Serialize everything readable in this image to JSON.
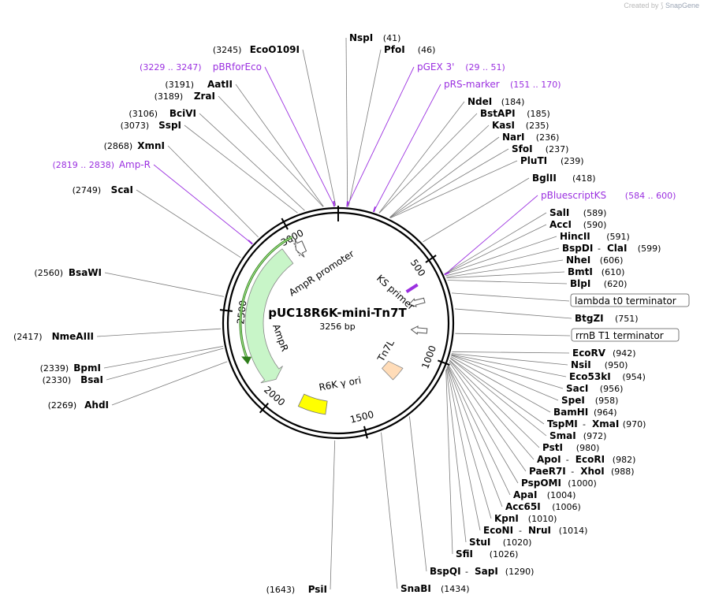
{
  "header": {
    "created_by": "Created by",
    "brand": "SnapGene"
  },
  "plasmid": {
    "name": "pUC18R6K-mini-Tn7T",
    "size_label": "3256 bp",
    "length": 3256,
    "tick_labels": [
      "500",
      "1000",
      "1500",
      "2000",
      "2500",
      "3000"
    ]
  },
  "features": [
    {
      "name": "AmpR promoter",
      "start": 2922,
      "end": 3026,
      "color": "#ffffff",
      "arrow": "direction"
    },
    {
      "name": "AmpR",
      "start": 2061,
      "end": 2921,
      "color": "#c8f5c8"
    },
    {
      "name": "R6K γ ori",
      "start": 1700,
      "end": 1860,
      "color": "#ffff00"
    },
    {
      "name": "Tn7L",
      "start": 1130,
      "end": 1230,
      "color": "#ffdcb8"
    },
    {
      "name": "KS primer",
      "start": 570,
      "end": 610,
      "color": "#ffffff"
    }
  ],
  "primers_on_map": [
    {
      "name": "pGEX 3'",
      "site": 40
    },
    {
      "name": "pRS-marker",
      "site": 160
    },
    {
      "name": "pBluescriptKS",
      "site": 592
    },
    {
      "name": "Amp-R",
      "site": 2828
    },
    {
      "name": "pBRforEco",
      "site": 3238
    }
  ],
  "right_labels": [
    {
      "name": "NspI",
      "pos": "(41)",
      "site": 41
    },
    {
      "name": "PfoI",
      "pos": "(46)",
      "site": 46
    },
    {
      "primer": "pGEX 3'",
      "range": "(29 .. 51)",
      "site": 40
    },
    {
      "primer": "pRS-marker",
      "range": "(151 .. 170)",
      "site": 160
    },
    {
      "name": "NdeI",
      "pos": "(184)",
      "site": 184
    },
    {
      "name": "BstAPI",
      "pos": "(185)",
      "site": 185
    },
    {
      "name": "KasI",
      "pos": "(235)",
      "site": 235
    },
    {
      "name": "NarI",
      "pos": "(236)",
      "site": 236
    },
    {
      "name": "SfoI",
      "pos": "(237)",
      "site": 237
    },
    {
      "name": "PluTI",
      "pos": "(239)",
      "site": 239
    },
    {
      "name": "BglII",
      "pos": "(418)",
      "site": 418
    },
    {
      "primer": "pBluescriptKS",
      "range": "(584 .. 600)",
      "site": 592
    },
    {
      "name": "SalI",
      "pos": "(589)",
      "site": 589
    },
    {
      "name": "AccI",
      "pos": "(590)",
      "site": 590
    },
    {
      "name": "HincII",
      "pos": "(591)",
      "site": 591
    },
    {
      "name": "BspDI",
      "name2": "ClaI",
      "pos": "(599)",
      "site": 599
    },
    {
      "name": "NheI",
      "pos": "(606)",
      "site": 606
    },
    {
      "name": "BmtI",
      "pos": "(610)",
      "site": 610
    },
    {
      "name": "BlpI",
      "pos": "(620)",
      "site": 620
    },
    {
      "box": "lambda t0 terminator",
      "site": 680
    },
    {
      "name": "BtgZI",
      "pos": "(751)",
      "site": 751
    },
    {
      "box": "rrnB T1 terminator",
      "site": 860
    },
    {
      "name": "EcoRV",
      "pos": "(942)",
      "site": 942
    },
    {
      "name": "NsiI",
      "pos": "(950)",
      "site": 950
    },
    {
      "name": "Eco53kI",
      "pos": "(954)",
      "site": 954
    },
    {
      "name": "SacI",
      "pos": "(956)",
      "site": 956
    },
    {
      "name": "SpeI",
      "pos": "(958)",
      "site": 958
    },
    {
      "name": "BamHI",
      "pos": "(964)",
      "site": 964
    },
    {
      "name": "TspMI",
      "name2": "XmaI",
      "pos": "(970)",
      "site": 970
    },
    {
      "name": "SmaI",
      "pos": "(972)",
      "site": 972
    },
    {
      "name": "PstI",
      "pos": "(980)",
      "site": 980
    },
    {
      "name": "ApoI",
      "name2": "EcoRI",
      "pos": "(982)",
      "site": 982
    },
    {
      "name": "PaeR7I",
      "name2": "XhoI",
      "pos": "(988)",
      "site": 988
    },
    {
      "name": "PspOMI",
      "pos": "(1000)",
      "site": 1000
    },
    {
      "name": "ApaI",
      "pos": "(1004)",
      "site": 1004
    },
    {
      "name": "Acc65I",
      "pos": "(1006)",
      "site": 1006
    },
    {
      "name": "KpnI",
      "pos": "(1010)",
      "site": 1010
    },
    {
      "name": "EcoNI",
      "name2": "NruI",
      "pos": "(1014)",
      "site": 1014
    },
    {
      "name": "StuI",
      "pos": "(1020)",
      "site": 1020
    },
    {
      "name": "SfiI",
      "pos": "(1026)",
      "site": 1026
    },
    {
      "name": "BspQI",
      "name2": "SapI",
      "pos": "(1290)",
      "site": 1290
    },
    {
      "name": "SnaBI",
      "pos": "(1434)",
      "site": 1434
    }
  ],
  "left_labels": [
    {
      "name": "EcoO109I",
      "pos": "(3245)",
      "site": 3245
    },
    {
      "primer": "pBRforEco",
      "range": "(3229 .. 3247)",
      "site": 3238
    },
    {
      "name": "AatII",
      "pos": "(3191)",
      "site": 3191
    },
    {
      "name": "ZraI",
      "pos": "(3189)",
      "site": 3189
    },
    {
      "name": "BciVI",
      "pos": "(3106)",
      "site": 3106
    },
    {
      "name": "SspI",
      "pos": "(3073)",
      "site": 3073
    },
    {
      "name": "XmnI",
      "pos": "(2868)",
      "site": 2868
    },
    {
      "primer": "Amp-R",
      "range": "(2819 .. 2838)",
      "site": 2828
    },
    {
      "name": "ScaI",
      "pos": "(2749)",
      "site": 2749
    },
    {
      "name": "BsaWI",
      "pos": "(2560)",
      "site": 2560
    },
    {
      "name": "NmeAIII",
      "pos": "(2417)",
      "site": 2417
    },
    {
      "name": "BpmI",
      "pos": "(2339)",
      "site": 2339
    },
    {
      "name": "BsaI",
      "pos": "(2330)",
      "site": 2330
    },
    {
      "name": "AhdI",
      "pos": "(2269)",
      "site": 2269
    },
    {
      "name": "PsiI",
      "pos": "(1643)",
      "site": 1643
    }
  ],
  "colors": {
    "primer": "#9b30e0",
    "backbone": "#000000",
    "ampR_fill": "#c8f5c8",
    "ampR_arrow_outline": "#2e7d1a",
    "ori_fill": "#ffff00",
    "tn7l_fill": "#ffdcb8"
  }
}
